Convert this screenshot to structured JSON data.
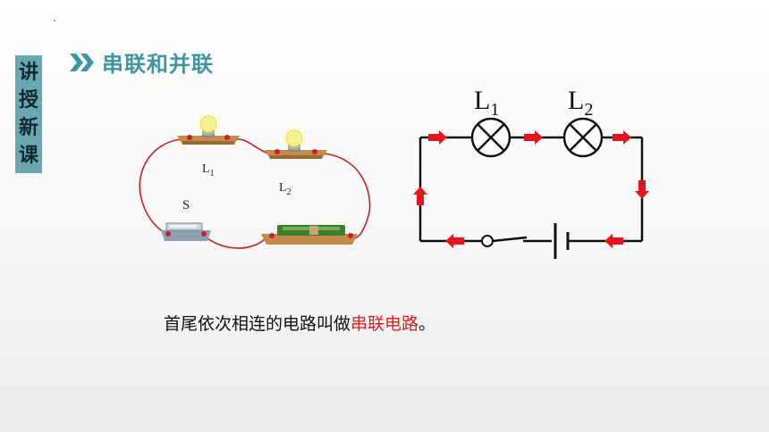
{
  "side_tab": {
    "chars": [
      "讲",
      "授",
      "新",
      "课"
    ]
  },
  "heading": {
    "title": "串联和并联"
  },
  "photo": {
    "label_l1": "L",
    "label_l1_sub": "1",
    "label_l2": "L",
    "label_l2_sub": "2",
    "label_s": "S"
  },
  "schematic": {
    "label_l1": "L",
    "label_l1_sub": "1",
    "label_l2": "L",
    "label_l2_sub": "2"
  },
  "caption": {
    "prefix": "首尾依次相连的电路叫做",
    "highlight": "串联电路",
    "suffix": "。"
  },
  "colors": {
    "accent": "#3f96a2",
    "tab": "#6aa7b1",
    "arrow": "#e3161d",
    "highlight": "#e31c1c"
  }
}
